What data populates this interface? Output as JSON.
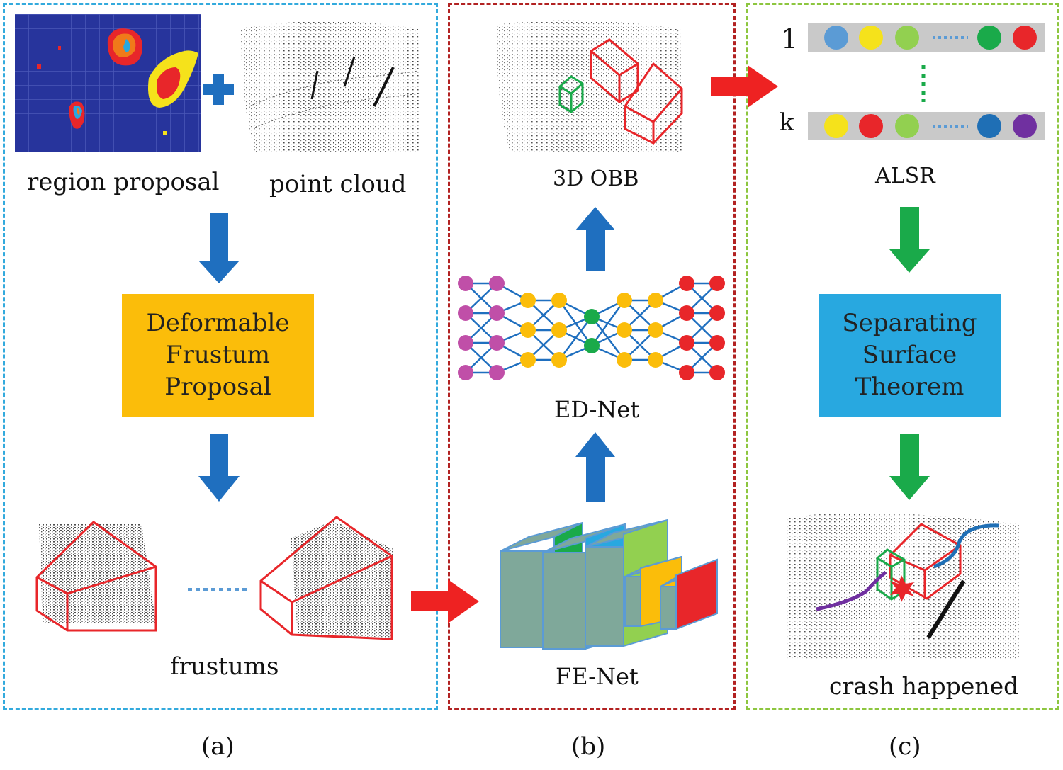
{
  "panel_a": {
    "region_proposal_label": "region proposal",
    "point_cloud_label": "point cloud",
    "process_box_lines": [
      "Deformable",
      "Frustum",
      "Proposal"
    ],
    "frustums_label": "frustums",
    "caption": "(a)"
  },
  "panel_b": {
    "obb_label": "3D OBB",
    "ednet_label": "ED-Net",
    "fenet_label": "FE-Net",
    "caption": "(b)"
  },
  "panel_c": {
    "rank_first": "1",
    "rank_last": "k",
    "alsr_label": "ALSR",
    "process_box_lines": [
      "Separating",
      "Surface",
      "Theorem"
    ],
    "crash_label": "crash happened",
    "caption": "(c)",
    "row_1_colors": [
      "#5b9bd5",
      "#f5e21b",
      "#92d050",
      "#1aaa4a",
      "#e8262a"
    ],
    "row_k_colors": [
      "#f5e21b",
      "#e8262a",
      "#92d050",
      "#1f6fb5",
      "#7030a0"
    ]
  },
  "colors": {
    "panel_a_border": "#33aadd",
    "panel_b_border": "#b22222",
    "panel_c_border": "#8dc63f",
    "blue_arrow": "#1f6fbf",
    "green_arrow": "#1aaa4a",
    "red_arrow": "#ee2222",
    "dfp_box": "#fbbd0a",
    "sst_box": "#28a8e0",
    "bbox_red": "#e8262a",
    "bbox_green": "#1aaa4a"
  }
}
